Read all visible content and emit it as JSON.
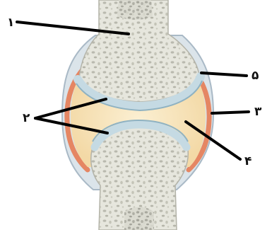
{
  "diagram": {
    "labels": {
      "bone_upper": "۱",
      "cartilage": "۲",
      "capsule": "۳",
      "synovial_fluid": "۴",
      "membrane": "۵"
    }
  }
}
